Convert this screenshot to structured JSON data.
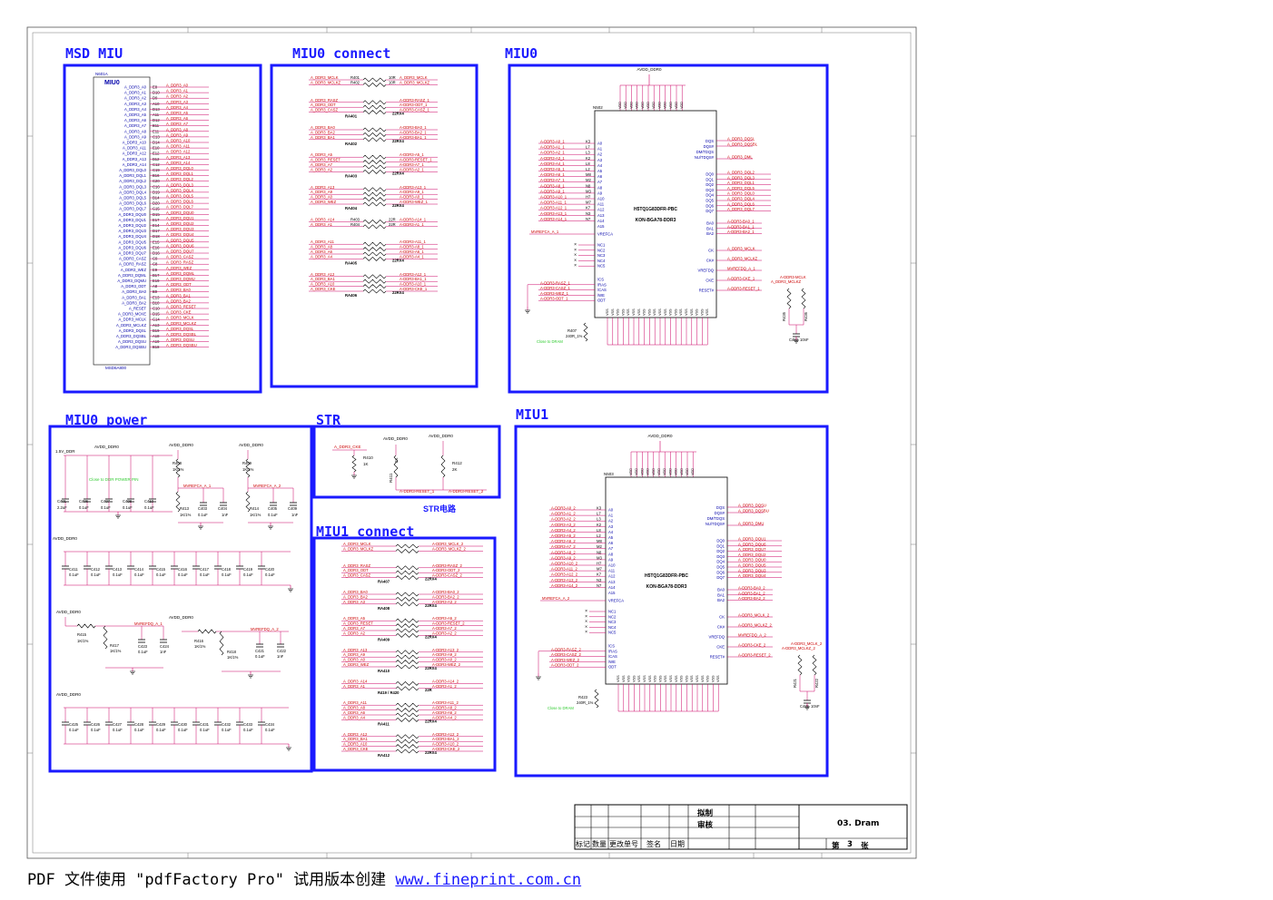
{
  "titles": {
    "msd_miu": "MSD MIU",
    "miu0_connect": "MIU0 connect",
    "miu0": "MIU0",
    "miu0_power": "MIU0 power",
    "str": "STR",
    "miu1_connect": "MIU1 connect",
    "miu1": "MIU1"
  },
  "msd": {
    "ref": "N601A",
    "block": "MIU0",
    "part": "MSD6A800",
    "pins": [
      {
        "sig": "A_DDR3_A0",
        "ball": "E8",
        "net": "A_DDR3_A0"
      },
      {
        "sig": "A_DDR3_A1",
        "ball": "D10",
        "net": "A_DDR3_A1"
      },
      {
        "sig": "A_DDR3_A2",
        "ball": "D9",
        "net": "A_DDR3_A2"
      },
      {
        "sig": "A_DDR3_A3",
        "ball": "A10",
        "net": "A_DDR3_A3"
      },
      {
        "sig": "A_DDR3_A4",
        "ball": "D13",
        "net": "A_DDR3_A4"
      },
      {
        "sig": "A_DDR3_A5",
        "ball": "A11",
        "net": "A_DDR3_A5"
      },
      {
        "sig": "A_DDR3_A6",
        "ball": "D12",
        "net": "A_DDR3_A6"
      },
      {
        "sig": "A_DDR3_A7",
        "ball": "B11",
        "net": "A_DDR3_A7"
      },
      {
        "sig": "A_DDR3_A8",
        "ball": "E11",
        "net": "A_DDR3_A8"
      },
      {
        "sig": "A_DDR3_A9",
        "ball": "C13",
        "net": "A_DDR3_A9"
      },
      {
        "sig": "A_DDR3_A10",
        "ball": "D14",
        "net": "A_DDR3_A10"
      },
      {
        "sig": "A_DDR3_A11",
        "ball": "E10",
        "net": "A_DDR3_A11"
      },
      {
        "sig": "A_DDR3_A12",
        "ball": "E12",
        "net": "A_DDR3_A12"
      },
      {
        "sig": "A_DDR3_A13",
        "ball": "B12",
        "net": "A_DDR3_A13"
      },
      {
        "sig": "A_DDR3_A14",
        "ball": "C12",
        "net": "A_DDR3_A14"
      },
      {
        "sig": "A_DDR3_DQL0",
        "ball": "C19",
        "net": "A_DDR3_DQL0"
      },
      {
        "sig": "A_DDR3_DQL1",
        "ball": "B16",
        "net": "A_DDR3_DQL1"
      },
      {
        "sig": "A_DDR3_DQL2",
        "ball": "C20",
        "net": "A_DDR3_DQL2"
      },
      {
        "sig": "A_DDR3_DQL3",
        "ball": "C16",
        "net": "A_DDR3_DQL3"
      },
      {
        "sig": "A_DDR3_DQL4",
        "ball": "D19",
        "net": "A_DDR3_DQL4"
      },
      {
        "sig": "A_DDR3_DQL5",
        "ball": "B14",
        "net": "A_DDR3_DQL5"
      },
      {
        "sig": "A_DDR3_DQL6",
        "ball": "D20",
        "net": "A_DDR3_DQL6"
      },
      {
        "sig": "A_DDR3_DQL7",
        "ball": "C15",
        "net": "A_DDR3_DQL7"
      },
      {
        "sig": "A_DDR3_DQU0",
        "ball": "D15",
        "net": "A_DDR3_DQU0"
      },
      {
        "sig": "A_DDR3_DQU1",
        "ball": "E17",
        "net": "A_DDR3_DQU1"
      },
      {
        "sig": "A_DDR3_DQU2",
        "ball": "E14",
        "net": "A_DDR3_DQU2"
      },
      {
        "sig": "A_DDR3_DQU3",
        "ball": "D17",
        "net": "A_DDR3_DQU3"
      },
      {
        "sig": "A_DDR3_DQU4",
        "ball": "D18",
        "net": "A_DDR3_DQU4"
      },
      {
        "sig": "A_DDR3_DQU5",
        "ball": "E15",
        "net": "A_DDR3_DQU5"
      },
      {
        "sig": "A_DDR3_DQU6",
        "ball": "E16",
        "net": "A_DDR3_DQU6"
      },
      {
        "sig": "A_DDR3_DQU7",
        "ball": "D16",
        "net": "A_DDR3_DQU7"
      },
      {
        "sig": "A_DDR3_CASZ",
        "ball": "C9",
        "net": "A_DDR3_CASZ"
      },
      {
        "sig": "A_DDR3_RASZ",
        "ball": "C8",
        "net": "A_DDR3_RASZ"
      },
      {
        "sig": "A_DDR3_WEZ",
        "ball": "E9",
        "net": "A_DDR3_WEZ"
      },
      {
        "sig": "A_DDR3_DQML",
        "ball": "B17",
        "net": "A_DDR3_DQML"
      },
      {
        "sig": "A_DDR3_DQMU",
        "ball": "E19",
        "net": "A_DDR3_DQMU"
      },
      {
        "sig": "A_DDR3_ODT",
        "ball": "A8",
        "net": "A_DDR3_ODT"
      },
      {
        "sig": "A_DDR3_BA0",
        "ball": "B9",
        "net": "A_DDR3_BA0"
      },
      {
        "sig": "A_DDR3_BA1",
        "ball": "E13",
        "net": "A_DDR3_BA1"
      },
      {
        "sig": "A_DDR3_BA2",
        "ball": "B10",
        "net": "A_DDR3_BA2"
      },
      {
        "sig": "A_RESET",
        "ball": "C10",
        "net": "A_DDR3_RESET"
      },
      {
        "sig": "A_DDR3_MCKE",
        "ball": "D15",
        "net": "A_DDR3_CKE"
      },
      {
        "sig": "A_DDR3_MCLK",
        "ball": "C14",
        "net": "A_DDR3_MCLK"
      },
      {
        "sig": "A_DDR3_MCLKZ",
        "ball": "A13",
        "net": "A_DDR3_MCLKZ"
      },
      {
        "sig": "A_DDR3_DQSL",
        "ball": "B19",
        "net": "A_DDR3_DQSL"
      },
      {
        "sig": "A_DDR3_DQSBL",
        "ball": "A18",
        "net": "A_DDR3_DQSBL"
      },
      {
        "sig": "A_DDR3_DQSU",
        "ball": "A19",
        "net": "A_DDR3_DQSU"
      },
      {
        "sig": "A_DDR3_DQSBU",
        "ball": "B18",
        "net": "A_DDR3_DQSBU"
      }
    ]
  },
  "miu0c": {
    "groups": [
      {
        "in": [
          "A_DDR3_MCLK",
          "A_DDR3_MCLKZ"
        ],
        "out": [
          "A_DDR3_MCLK",
          "A_DDR3_MCLKZ"
        ],
        "refs": [
          "R401",
          "R402"
        ],
        "vals": [
          "10R",
          "10R"
        ],
        "kind": "res",
        "name": ""
      },
      {
        "in": [
          "A_DDR3_RASZ",
          "A_DDR3_ODT",
          "A_DDR3_CASZ"
        ],
        "out": [
          "A-DDR3-RASZ_1",
          "A-DDR3-ODT_1",
          "A-DDR3-CASZ_1"
        ],
        "refs": [],
        "vals": [],
        "kind": "array",
        "name": "RA401",
        "val": "22RX4"
      },
      {
        "in": [
          "A_DDR3_BA0",
          "A_DDR3_BA2",
          "A_DDR3_BA1"
        ],
        "out": [
          "A-DDR3-BA0_1",
          "A-DDR3-BA2_1",
          "A-DDR3-BA1_1"
        ],
        "refs": [],
        "vals": [],
        "kind": "array",
        "name": "RA402",
        "val": "22RX4"
      },
      {
        "in": [
          "A_DDR3_A5",
          "A_DDR3_RESET",
          "A_DDR3_A7",
          "A_DDR3_A2"
        ],
        "out": [
          "A-DDR3-A5_1",
          "A-DDR3-RESET_1",
          "A-DDR3-A7_1",
          "A-DDR3-A2_1"
        ],
        "refs": [],
        "vals": [],
        "kind": "array",
        "name": "RA403",
        "val": "22RX4"
      },
      {
        "in": [
          "A_DDR3_A13",
          "A_DDR3_A9",
          "A_DDR3_A0",
          "A_DDR3_WEZ"
        ],
        "out": [
          "A-DDR3-A13_1",
          "A-DDR3-A9_1",
          "A-DDR3-A0_1",
          "A-DDR3-WEZ_1"
        ],
        "refs": [],
        "vals": [],
        "kind": "array",
        "name": "RA404",
        "val": "22RX4"
      },
      {
        "in": [
          "A_DDR3_A14",
          "A_DDR3_A1"
        ],
        "out": [
          "A-DDR3-A14_1",
          "A-DDR3-A1_1"
        ],
        "refs": [
          "R403",
          "R404"
        ],
        "vals": [
          "22R",
          "22R"
        ],
        "kind": "res",
        "name": ""
      },
      {
        "in": [
          "A_DDR3_A11",
          "A_DDR3_A8",
          "A_DDR3_A6",
          "A_DDR3_A4"
        ],
        "out": [
          "A-DDR3-A11_1",
          "A-DDR3-A8_1",
          "A-DDR3-A6_1",
          "A-DDR3-A4_1"
        ],
        "refs": [],
        "vals": [],
        "kind": "array",
        "name": "RA405",
        "val": "22RX4"
      },
      {
        "in": [
          "A_DDR3_A12",
          "A_DDR3_BA1",
          "A_DDR3_A10",
          "A_DDR3_CKE"
        ],
        "out": [
          "A-DDR3-A12_1",
          "A-DDR3-BA1_1",
          "A-DDR3-A10_1",
          "A-DDR3-CKE_1"
        ],
        "refs": [],
        "vals": [],
        "kind": "array",
        "name": "RA406",
        "val": "22RX4"
      }
    ]
  },
  "miu0": {
    "power": "AVDD_DDR0",
    "ref": "N502",
    "part": "H5TQ1G83DFR-PBC",
    "pkg": "KON-BGA78-DDR3",
    "left_nets": [
      "A-DDR3-A0_1",
      "A-DDR3-A1_1",
      "A-DDR3-A2_1",
      "A-DDR3-A3_1",
      "A-DDR3-A4_1",
      "A-DDR3-A5_1",
      "A-DDR3-A6_1",
      "A-DDR3-A7_1",
      "A-DDR3-A8_1",
      "A-DDR3-A9_1",
      "A-DDR3-A10_1",
      "A-DDR3-A11_1",
      "A-DDR3-A12_1",
      "A-DDR3-A13_1",
      "A-DDR3-A14_1"
    ],
    "left_balls": [
      "K3",
      "L7",
      "L3",
      "K2",
      "L8",
      "L2",
      "M8",
      "M2",
      "N8",
      "M3",
      "H7",
      "M7",
      "K7",
      "N3",
      "N7"
    ],
    "left_pins": [
      "A0",
      "A1",
      "A2",
      "A3",
      "A4",
      "A5",
      "A6",
      "A7",
      "A8",
      "A9",
      "A10",
      "A11",
      "A12",
      "A13",
      "A14",
      "A15"
    ],
    "vref_net": "MVREFCA_A_1",
    "nc_pins": [
      "NC1",
      "NC2",
      "NC3",
      "NC4",
      "NC5"
    ],
    "ctrl_nets": [
      "A-DDR3-RASZ_1",
      "A-DDR3-CASZ_1",
      "A-DDR3-WEZ_1",
      "A-DDR3-ODT_1"
    ],
    "ctrl_pins": [
      "/CS",
      "/RAS",
      "/CAS",
      "/WE",
      "ODT"
    ],
    "right_pins_top": [
      "DQS",
      "DQS#",
      "DM/TDQS",
      "NU/TDQS#"
    ],
    "right_nets_top": [
      "A_DDR3_DQSL",
      "A_DDR3_DQSBL",
      "A_DDR3_DML"
    ],
    "dq_pins": [
      "DQ0",
      "DQ1",
      "DQ2",
      "DQ3",
      "DQ4",
      "DQ5",
      "DQ6",
      "DQ7"
    ],
    "dq_nets": [
      "A_DDR3_DQL2",
      "A_DDR3_DQL3",
      "A_DDR3_DQL1",
      "A_DDR3_DQL5",
      "A_DDR3_DQL0",
      "A_DDR3_DQL4",
      "A_DDR3_DQL6",
      "A_DDR3_DQL7"
    ],
    "ba_pins": [
      "BA0",
      "BA1",
      "BA2"
    ],
    "ba_nets": [
      "A-DDR3-BA0_1",
      "A-DDR3-BA1_1",
      "A-DDR3-BA2_1"
    ],
    "ck_pins": [
      "CK",
      "CK#",
      "VREFDQ",
      "CKE",
      "RESET#"
    ],
    "ck_nets": [
      "A_DDR3_MCLK",
      "A_DDR3_MCLKZ",
      "MVREFDQ_A_1",
      "A-DDR3-CKE_1",
      "A-DDR3-RESET_1"
    ],
    "resistor": {
      "ref": "R407",
      "val": "240R_1%",
      "note": "Close to DRAM"
    },
    "term": {
      "top": "A-DDR3-MCLK",
      "mid": "A_DDR3_MCLKZ",
      "r1": "R435",
      "r2": "R436",
      "c": "C452",
      "cval": "10nF"
    }
  },
  "power0": {
    "rail1": "1.5V_DDR",
    "rail2": "AVDD_DDR0",
    "note": "Close to DDR POWER PIN",
    "caps_row1": [
      [
        "C401",
        "2.2uF"
      ],
      [
        "C406",
        "0.1uF"
      ],
      [
        "C407",
        "0.1uF"
      ],
      [
        "C408",
        "0.1uF"
      ],
      [
        "C410",
        "0.1uF"
      ]
    ],
    "div1": {
      "rail": "AVDD_DDR0",
      "top": "R408",
      "topv": "1K/1%",
      "bot": "R413",
      "botv": "1K/1%",
      "net": "MVREFCA_A_1",
      "c1": "C403",
      "c1v": "0.1uF",
      "c2": "C404",
      "c2v": "1nF"
    },
    "div2": {
      "rail": "AVDD_DDR0",
      "top": "R409",
      "topv": "1K/1%",
      "bot": "R414",
      "botv": "1K/1%",
      "net": "MVREFCA_A_2",
      "c1": "C405",
      "c1v": "0.1uF",
      "c2": "C409",
      "c2v": "1nF"
    },
    "caps_row2": [
      [
        "C411",
        "0.1uF"
      ],
      [
        "C412",
        "0.1uF"
      ],
      [
        "C413",
        "0.1uF"
      ],
      [
        "C414",
        "0.1uF"
      ],
      [
        "C415",
        "0.1uF"
      ],
      [
        "C416",
        "0.1uF"
      ],
      [
        "C417",
        "0.1uF"
      ],
      [
        "C418",
        "0.1uF"
      ],
      [
        "C419",
        "0.1uF"
      ],
      [
        "C420",
        "0.1uF"
      ]
    ],
    "div3": {
      "rail": "AVDD_DDR0",
      "top": "R415",
      "topv": "1K/1%",
      "bot": "R417",
      "botv": "1K/1%",
      "net": "MVREFDQ_A_1",
      "c1": "C423",
      "c1v": "0.1uF",
      "c2": "C424",
      "c2v": "1nF"
    },
    "div4": {
      "rail": "AVDD_DDR0",
      "top": "R416",
      "topv": "1K/1%",
      "bot": "R418",
      "botv": "1K/1%",
      "net": "MVREFDQ_A_2",
      "c1": "C421",
      "c1v": "0.1uF",
      "c2": "C422",
      "c2v": "1nF"
    },
    "caps_row3": [
      [
        "C425",
        "0.1uF"
      ],
      [
        "C426",
        "0.1uF"
      ],
      [
        "C427",
        "0.1uF"
      ],
      [
        "C428",
        "0.1uF"
      ],
      [
        "C429",
        "0.1uF"
      ],
      [
        "C430",
        "0.1uF"
      ],
      [
        "C431",
        "0.1uF"
      ],
      [
        "C432",
        "0.1uF"
      ],
      [
        "C433",
        "0.1uF"
      ],
      [
        "C434",
        "0.1uF"
      ]
    ]
  },
  "str": {
    "rail": "AVDD_DDR0",
    "net_cke": "A_DDR3_CKE",
    "r410": "R410",
    "r410v": "1K",
    "r411": "R411",
    "r411v": "2K",
    "r412": "R412",
    "r412v": "2K",
    "reset1": "A-DDR3-RESET_1",
    "reset2": "A-DDR3-RESET_2",
    "label": "STR电路"
  },
  "miu1c": {
    "groups": [
      {
        "in": [
          "A_DDR3_MCLK",
          "A_DDR3_MCLKZ"
        ],
        "out": [
          "A-DDR3_MCLK_2",
          "A-DDR3_MCLKZ_2"
        ],
        "name": "",
        "val": ""
      },
      {
        "in": [
          "A_DDR3_RASZ",
          "A_DDR3_ODT",
          "A_DDR3_CASZ"
        ],
        "out": [
          "A-DDR3-RASZ_2",
          "A-DDR3-ODT_2",
          "A-DDR3-CASZ_2"
        ],
        "name": "RA407",
        "val": "22RX4"
      },
      {
        "in": [
          "A_DDR3_BA0",
          "A_DDR3_BA2",
          "A_DDR3_A3"
        ],
        "out": [
          "A-DDR3-BA0_2",
          "A-DDR3-BA2_2",
          "A-DDR3-A3_2"
        ],
        "name": "RA408",
        "val": "22RX4"
      },
      {
        "in": [
          "A_DDR3_A5",
          "A_DDR3_RESET",
          "A_DDR3_A7",
          "A_DDR3_A2"
        ],
        "out": [
          "A-DDR3-A5_2",
          "A-DDR3-RESET_2",
          "A-DDR3-A7_2",
          "A-DDR3-A2_2"
        ],
        "name": "RA409",
        "val": "22RX4"
      },
      {
        "in": [
          "A_DDR3_A13",
          "A_DDR3_A9",
          "A_DDR3_A0",
          "A_DDR3_WEZ"
        ],
        "out": [
          "A-DDR3-A13_2",
          "A-DDR3-A9_2",
          "A-DDR3-A0_2",
          "A-DDR3-WEZ_2"
        ],
        "name": "RA410",
        "val": "22RX4"
      },
      {
        "in": [
          "A_DDR3_A14",
          "A_DDR3_A1"
        ],
        "out": [
          "A-DDR3-A14_2",
          "A-DDR3-A1_2"
        ],
        "name": "R419 / R420",
        "val": "22R"
      },
      {
        "in": [
          "A_DDR3_A11",
          "A_DDR3_A8",
          "A_DDR3_A6",
          "A_DDR3_A4"
        ],
        "out": [
          "A-DDR3-A11_2",
          "A-DDR3-A8_2",
          "A-DDR3-A6_2",
          "A-DDR3-A4_2"
        ],
        "name": "RA411",
        "val": "22RX4"
      },
      {
        "in": [
          "A_DDR3_A12",
          "A_DDR3_BA1",
          "A_DDR3_A10",
          "A_DDR3_CKE"
        ],
        "out": [
          "A-DDR3-A12_2",
          "A-DDR3-BA1_2",
          "A-DDR3-A10_2",
          "A-DDR3-CKE_2"
        ],
        "name": "RA412",
        "val": "22RX4"
      }
    ]
  },
  "miu1": {
    "power": "AVDD_DDR0",
    "ref": "N503",
    "part": "H5TQ1G83DFR-PBC",
    "pkg": "KON-BGA78-DDR3",
    "left_nets": [
      "A-DDR3-A0_2",
      "A-DDR3-A1_2",
      "A-DDR3-A2_2",
      "A-DDR3-A3_2",
      "A-DDR3-A4_2",
      "A-DDR3-A5_2",
      "A-DDR3-A6_2",
      "A-DDR3-A7_2",
      "A-DDR3-A8_2",
      "A-DDR3-A9_2",
      "A-DDR3-A10_2",
      "A-DDR3-A11_2",
      "A-DDR3-A12_2",
      "A-DDR3-A13_2",
      "A-DDR3-A14_2"
    ],
    "vref_net": "MVREFCA_A_2",
    "ctrl_nets": [
      "A-DDR3-RASZ_2",
      "A-DDR3-CASZ_2",
      "A-DDR3-WEZ_2",
      "A-DDR3-ODT_2"
    ],
    "right_nets_top": [
      "A_DDR3_DQSU",
      "A_DDR3_DQSBU",
      "A_DDR3_DMU"
    ],
    "dq_nets": [
      "A_DDR3_DQU1",
      "A_DDR3_DQU6",
      "A_DDR3_DQU7",
      "A_DDR3_DQU2",
      "A_DDR3_DQU0",
      "A_DDR3_DQU5",
      "A_DDR3_DQU3",
      "A_DDR3_DQU4"
    ],
    "ba_nets": [
      "A-DDR3-BA0_2",
      "A-DDR3-BA1_2",
      "A-DDR3-BA2_2"
    ],
    "ck_nets": [
      "A-DDR3_MCLK_2",
      "A-DDR3_MCLKZ_2",
      "MVREFDQ_A_2",
      "A-DDR3-CKE_2",
      "A-DDR3-RESET_2"
    ],
    "resistor": {
      "ref": "R423",
      "val": "240R_1%",
      "note": "Close to DRAM"
    },
    "term": {
      "top": "A-DDR3_MCLK_2",
      "mid": "A-DDR3_MCLKZ_2",
      "r1": "R421",
      "r2": "R422",
      "c": "C435",
      "cval": "10nF"
    }
  },
  "titleblock": {
    "drawn": "拟制",
    "check": "审核",
    "title": "03. Dram",
    "sheet_label": "第",
    "sheet_num": "3",
    "sheet_unit": "张",
    "cols": [
      "标记",
      "数量",
      "更改单号",
      "签名",
      "日期"
    ]
  },
  "footer": {
    "text": "PDF 文件使用 \"pdfFactory Pro\" 试用版本创建 ",
    "link": "www.fineprint.com.cn"
  },
  "colors": {
    "frame": "#1a1aff",
    "net": "#cc0000",
    "wire": "#cc0066",
    "part": "#0000aa",
    "note": "#33cc33"
  }
}
